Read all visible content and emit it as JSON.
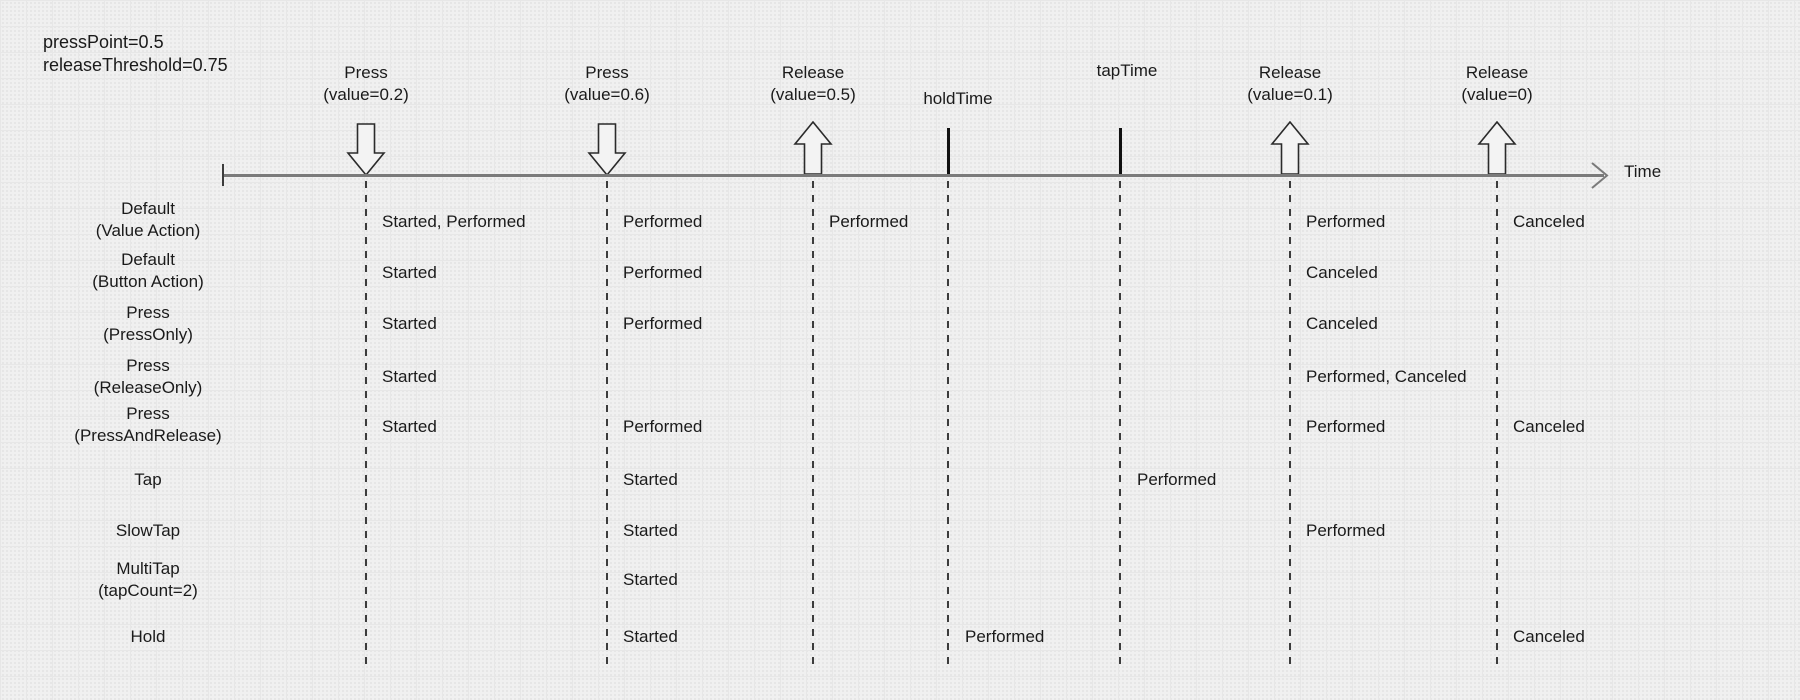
{
  "config": {
    "press_point": "pressPoint=0.5",
    "release_threshold": "releaseThreshold=0.75"
  },
  "axis": {
    "time_label": "Time"
  },
  "events": [
    {
      "id": "press-0.2",
      "kind": "press-down-arrow",
      "line1": "Press",
      "line2": "(value=0.2)"
    },
    {
      "id": "press-0.6",
      "kind": "press-down-arrow",
      "line1": "Press",
      "line2": "(value=0.6)"
    },
    {
      "id": "release-0.5",
      "kind": "release-up-arrow",
      "line1": "Release",
      "line2": "(value=0.5)"
    },
    {
      "id": "hold-time",
      "kind": "time-marker",
      "line1": "holdTime"
    },
    {
      "id": "tap-time",
      "kind": "time-marker",
      "line1": "tapTime"
    },
    {
      "id": "release-0.1",
      "kind": "release-up-arrow",
      "line1": "Release",
      "line2": "(value=0.1)"
    },
    {
      "id": "release-0",
      "kind": "release-up-arrow",
      "line1": "Release",
      "line2": "(value=0)"
    }
  ],
  "rows": [
    {
      "line1": "Default",
      "line2": "(Value Action)",
      "annotations": [
        {
          "at": "press-0.2",
          "text": "Started, Performed"
        },
        {
          "at": "press-0.6",
          "text": "Performed"
        },
        {
          "at": "release-0.5",
          "text": "Performed"
        },
        {
          "at": "release-0.1",
          "text": "Performed"
        },
        {
          "at": "release-0",
          "text": "Canceled"
        }
      ]
    },
    {
      "line1": "Default",
      "line2": "(Button Action)",
      "annotations": [
        {
          "at": "press-0.2",
          "text": "Started"
        },
        {
          "at": "press-0.6",
          "text": "Performed"
        },
        {
          "at": "release-0.1",
          "text": "Canceled"
        }
      ]
    },
    {
      "line1": "Press",
      "line2": "(PressOnly)",
      "annotations": [
        {
          "at": "press-0.2",
          "text": "Started"
        },
        {
          "at": "press-0.6",
          "text": "Performed"
        },
        {
          "at": "release-0.1",
          "text": "Canceled"
        }
      ]
    },
    {
      "line1": "Press",
      "line2": "(ReleaseOnly)",
      "annotations": [
        {
          "at": "press-0.2",
          "text": "Started"
        },
        {
          "at": "release-0.1",
          "text": "Performed, Canceled"
        }
      ]
    },
    {
      "line1": "Press",
      "line2": "(PressAndRelease)",
      "annotations": [
        {
          "at": "press-0.2",
          "text": "Started"
        },
        {
          "at": "press-0.6",
          "text": "Performed"
        },
        {
          "at": "release-0.1",
          "text": "Performed"
        },
        {
          "at": "release-0",
          "text": "Canceled"
        }
      ]
    },
    {
      "line1": "Tap",
      "annotations": [
        {
          "at": "press-0.6",
          "text": "Started"
        },
        {
          "at": "tap-time",
          "text": "Performed"
        }
      ]
    },
    {
      "line1": "SlowTap",
      "annotations": [
        {
          "at": "press-0.6",
          "text": "Started"
        },
        {
          "at": "release-0.1",
          "text": "Performed"
        }
      ]
    },
    {
      "line1": "MultiTap",
      "line2": "(tapCount=2)",
      "annotations": [
        {
          "at": "press-0.6",
          "text": "Started"
        }
      ]
    },
    {
      "line1": "Hold",
      "annotations": [
        {
          "at": "press-0.6",
          "text": "Started"
        },
        {
          "at": "hold-time",
          "text": "Performed"
        },
        {
          "at": "release-0",
          "text": "Canceled"
        }
      ]
    }
  ],
  "colors": {
    "background": "#f0f0f0",
    "grid_line": "#e7e7e7",
    "axis": "#7a7a7a",
    "text": "#1a1a1a",
    "dashed_line": "#3c3c3c",
    "time_marker": "#111111",
    "arrow_stroke": "#2b2b2b",
    "arrow_fill": "#f3f3f3"
  }
}
